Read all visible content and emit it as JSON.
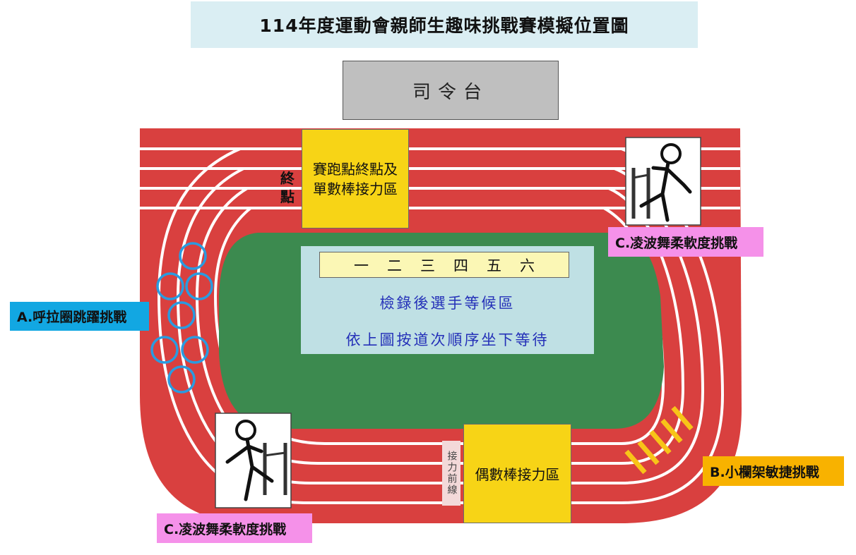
{
  "title": "114年度運動會親師生趣味挑戰賽模擬位置圖",
  "podium": "司令台",
  "finish_label": "終點",
  "finish_zone": "賽跑點終點及單數棒接力區",
  "lanes": [
    "一",
    "二",
    "三",
    "四",
    "五",
    "六"
  ],
  "waiting_area": {
    "line1": "檢錄後選手等候區",
    "line2": "依上圖按道次順序坐下等待"
  },
  "even_relay_zone": "偶數棒接力區",
  "relay_pre_line": "接力前線",
  "stations": {
    "a": "A.呼拉圈跳躍挑戰",
    "b": "B.小欄架敏捷挑戰",
    "c_top": "C.凌波舞柔軟度挑戰",
    "c_bottom": "C.凌波舞柔軟度挑戰"
  },
  "colors": {
    "track": "#d9403f",
    "track_lines": "#ffffff",
    "field": "#3c8a4f",
    "finish_zone": "#f7d416",
    "waiting_area": "#bfe0e4",
    "title_bg": "#daeef3",
    "podium_bg": "#bfbfbf",
    "hoop": "#2a9be0",
    "hurdle": "#f8c418",
    "station_a": "#12a7e2",
    "station_b": "#f8b200",
    "station_c": "#f591e9"
  },
  "icons": [
    "hula-hoop-icon",
    "hurdle-icon",
    "limbo-stick-figure-icon"
  ]
}
